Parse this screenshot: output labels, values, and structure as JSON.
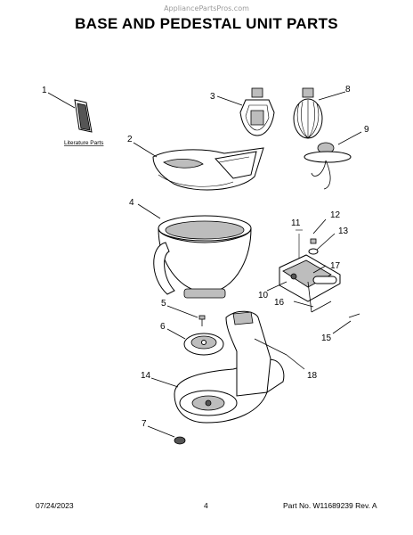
{
  "watermark": "AppliancePartsPros.com",
  "title": "BASE AND PEDESTAL UNIT PARTS",
  "literature_label": "Literature Parts",
  "callouts": [
    "1",
    "2",
    "3",
    "4",
    "5",
    "6",
    "7",
    "8",
    "9",
    "10",
    "11",
    "12",
    "13",
    "14",
    "15",
    "16",
    "17",
    "18"
  ],
  "footer": {
    "date": "07/24/2023",
    "page": "4",
    "part_number": "Part No.  W11689239  Rev. A"
  }
}
